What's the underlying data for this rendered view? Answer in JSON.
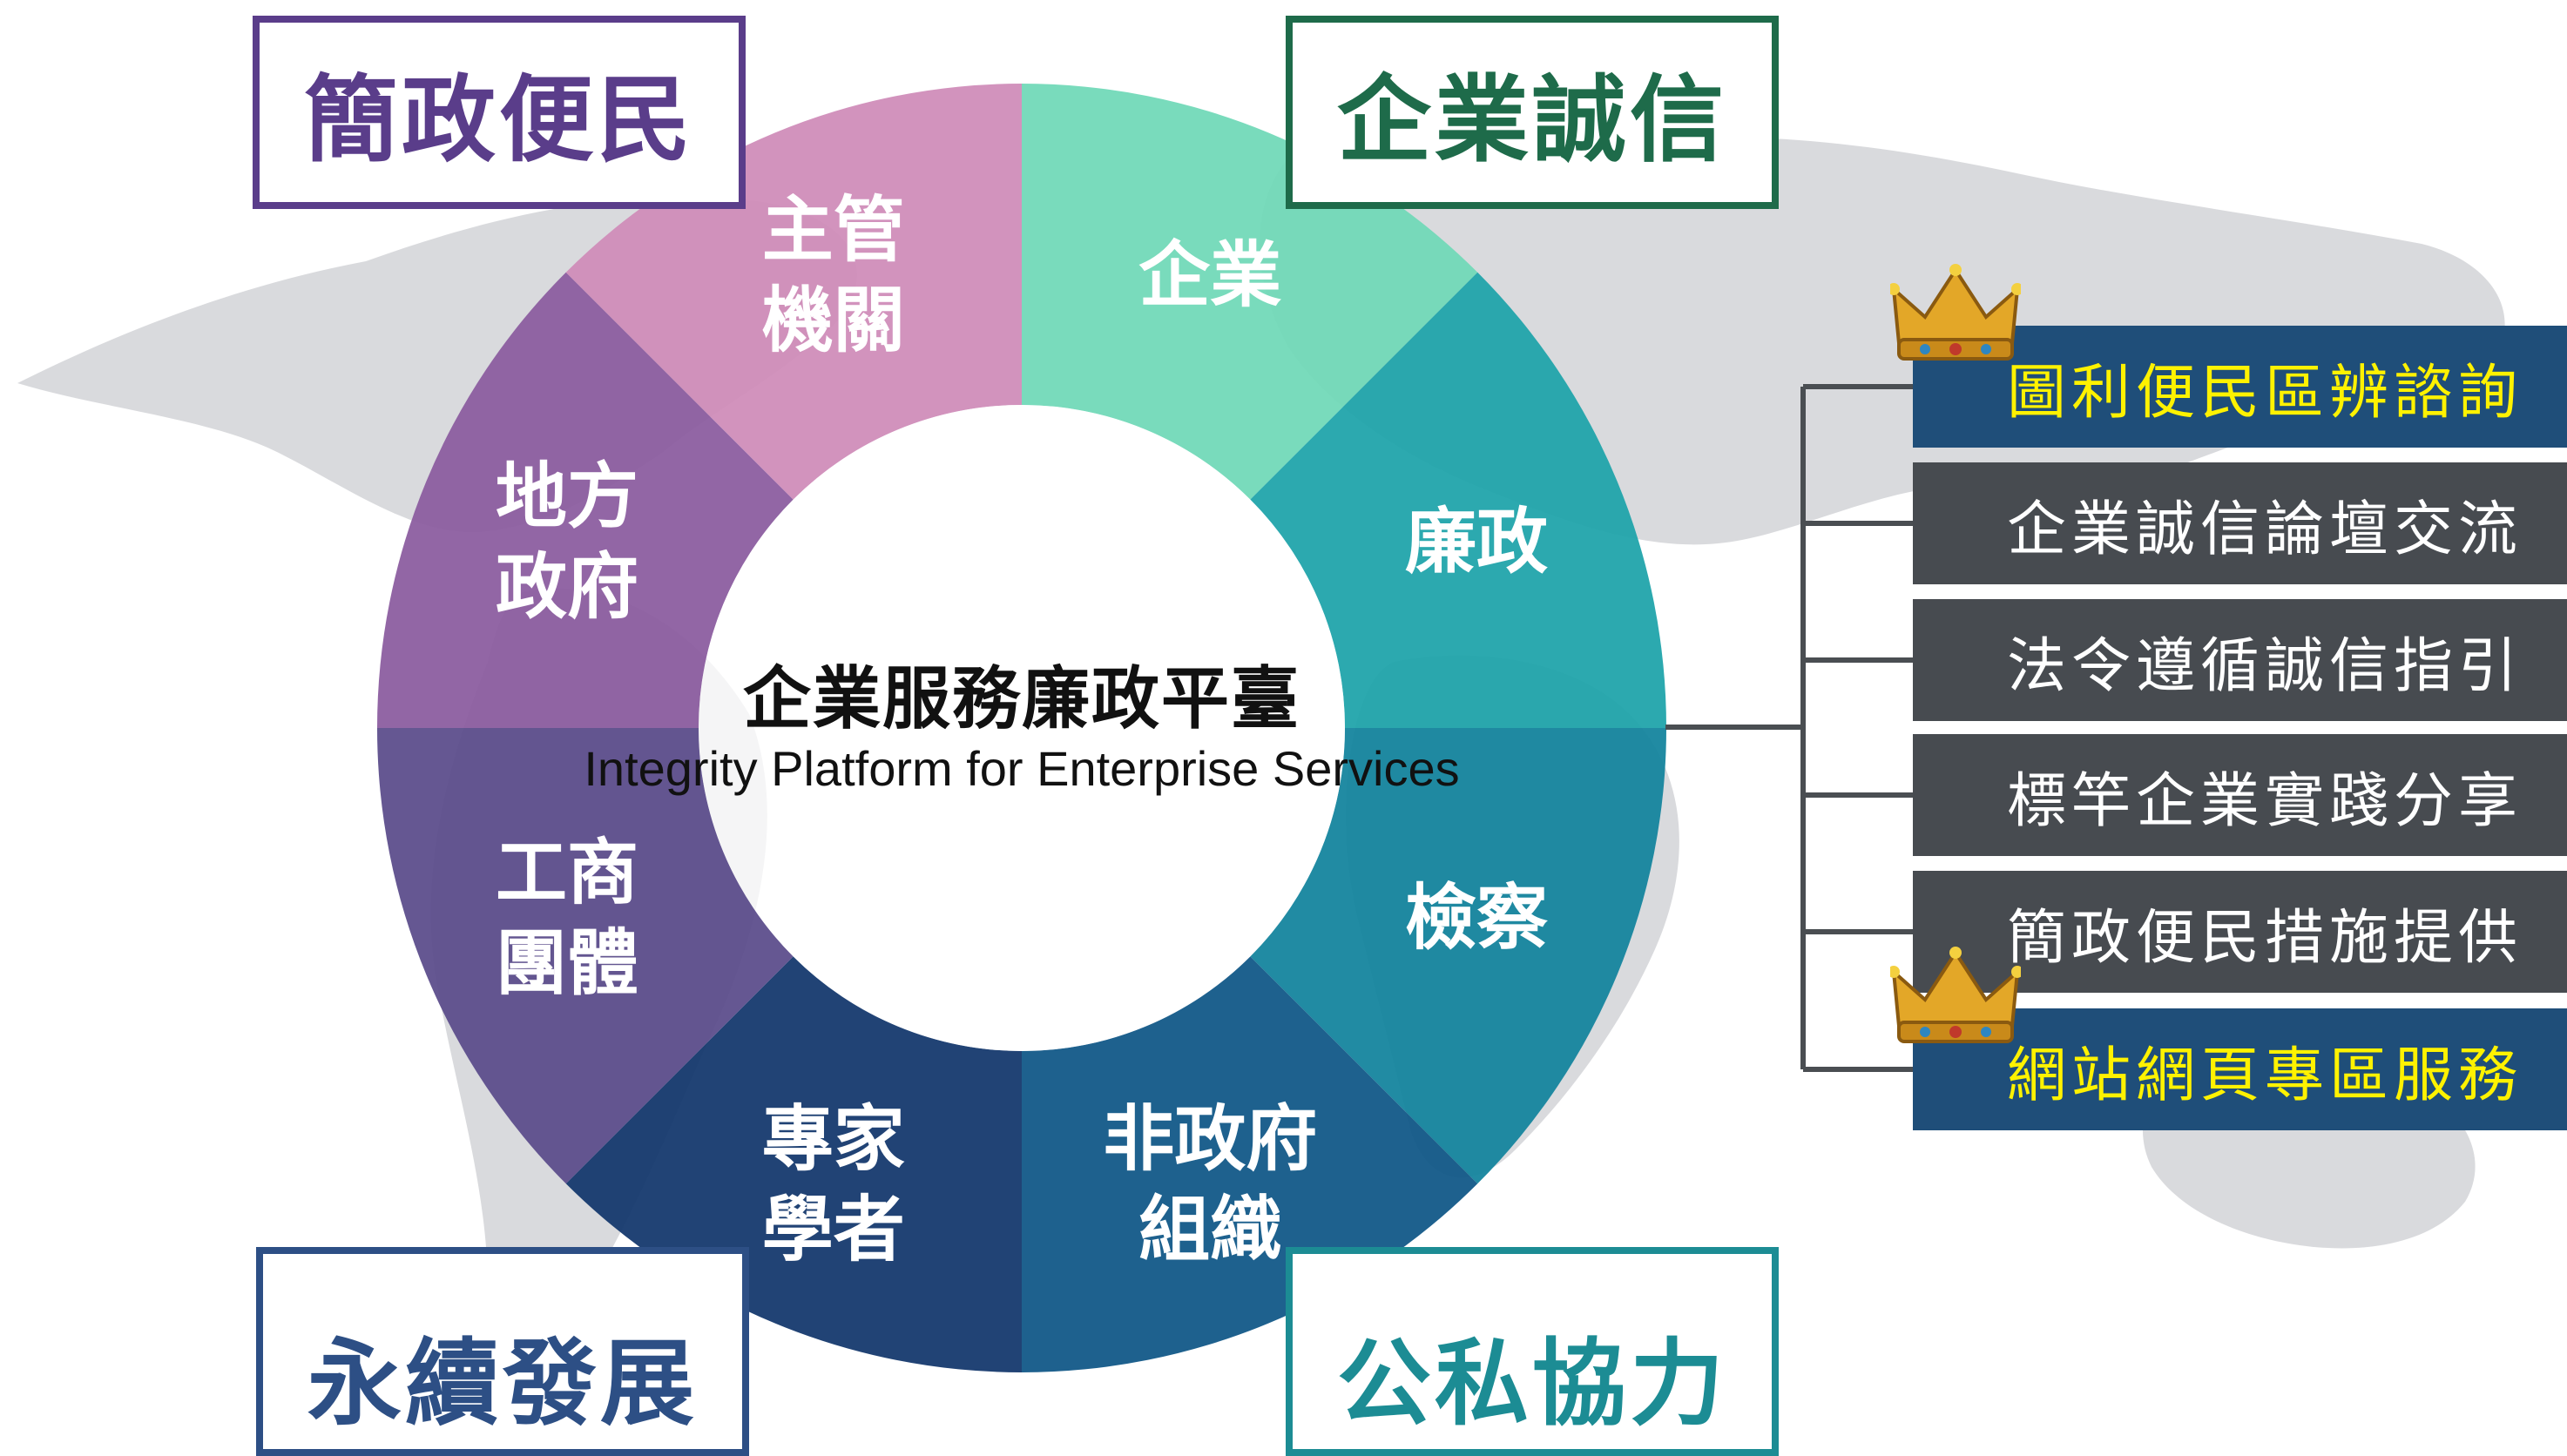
{
  "colors": {
    "pink": "#cf8bb8",
    "mint": "#6fd8b7",
    "teal": "#1ca3a9",
    "blue_teal": "#10829c",
    "navy_blue": "#0d5585",
    "dark_navy": "#10356b",
    "indigo": "#594a8a",
    "purple": "#8a5a9e",
    "list_highlight_bg": "#1f4e79",
    "list_highlight_text": "#fff200",
    "list_normal_bg": "#474b50"
  },
  "center": {
    "title": "企業服務廉政平臺",
    "subtitle": "Integrity Platform for Enterprise Services"
  },
  "segments": [
    {
      "lines": [
        "企業"
      ]
    },
    {
      "lines": [
        "廉政"
      ]
    },
    {
      "lines": [
        "檢察"
      ]
    },
    {
      "lines": [
        "非政府",
        "組織"
      ]
    },
    {
      "lines": [
        "專家",
        "學者"
      ]
    },
    {
      "lines": [
        "工商",
        "團體"
      ]
    },
    {
      "lines": [
        "地方",
        "政府"
      ]
    },
    {
      "lines": [
        "主管",
        "機關"
      ]
    }
  ],
  "corners": {
    "top_left": "簡政便民",
    "top_right": "企業誠信",
    "bottom_left": "永續發展",
    "bottom_right": "公私協力"
  },
  "list": [
    {
      "label": "圖利便民區辨諮詢",
      "crown": true
    },
    {
      "label": "企業誠信論壇交流",
      "crown": false
    },
    {
      "label": "法令遵循誠信指引",
      "crown": false
    },
    {
      "label": "標竿企業實踐分享",
      "crown": false
    },
    {
      "label": "簡政便民措施提供",
      "crown": false
    },
    {
      "label": "網站網頁專區服務",
      "crown": true
    }
  ],
  "icons": {
    "crown": "crown-icon",
    "world_map": "world-map-background"
  }
}
